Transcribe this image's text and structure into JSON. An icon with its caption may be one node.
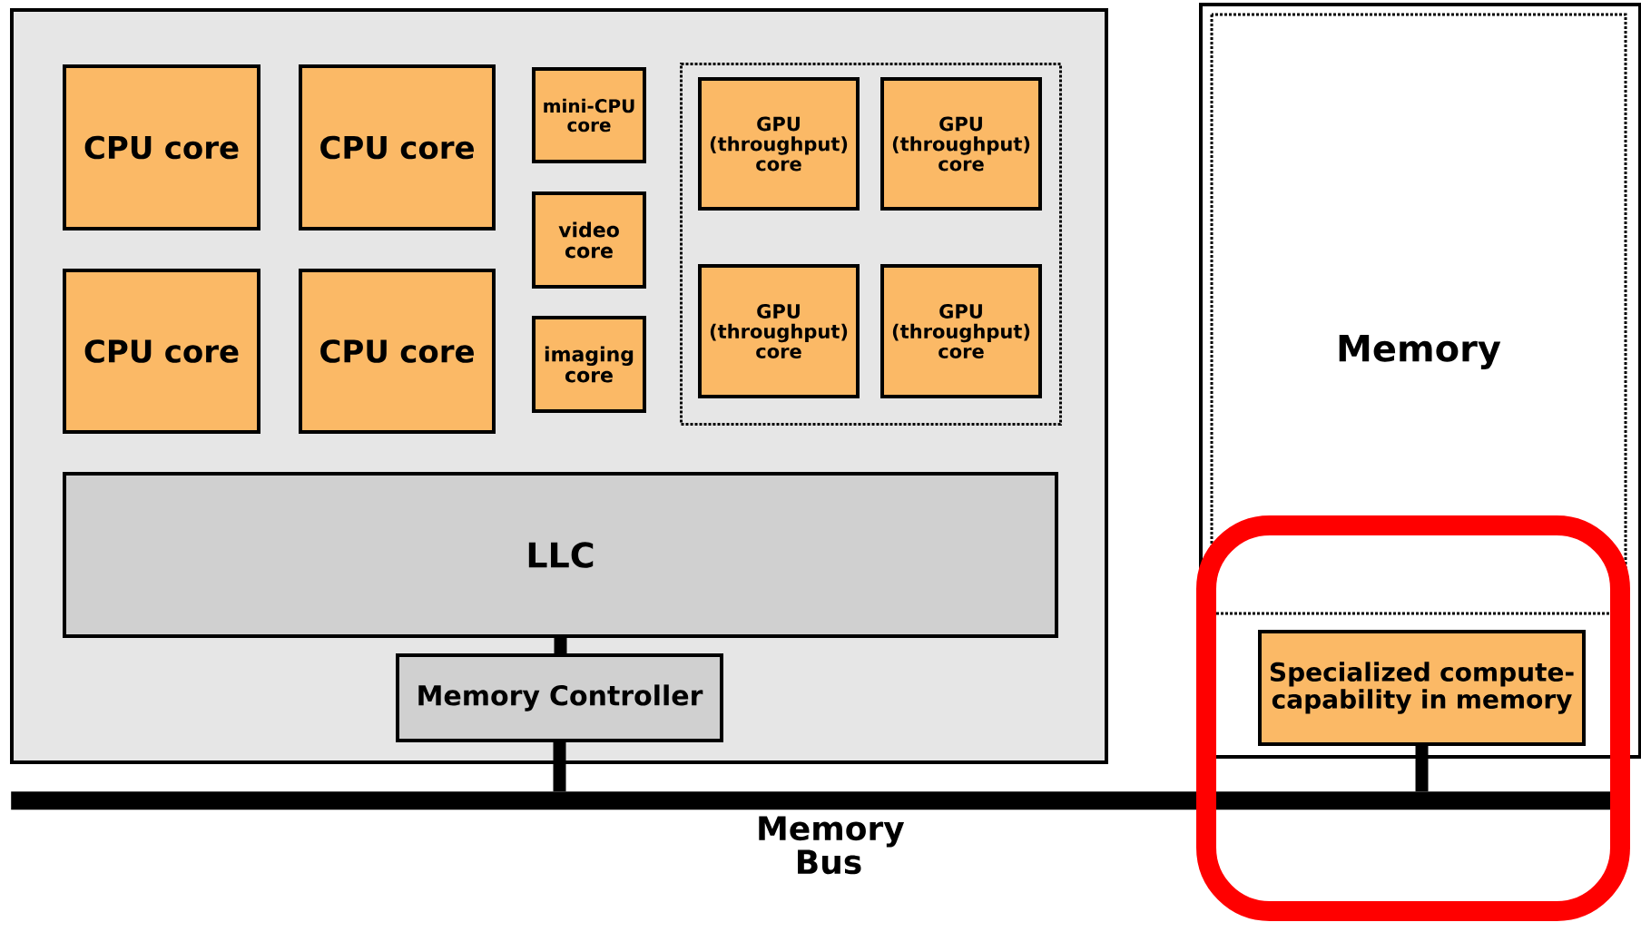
{
  "diagram": {
    "nodes": [
      {
        "text": [],
        "shape": "box"
      },
      {
        "text": [
          "CPU core"
        ],
        "in": 0
      },
      {
        "text": [
          "CPU core"
        ],
        "in": 0
      },
      {
        "text": [
          "CPU core"
        ],
        "in": 0
      },
      {
        "text": [
          "CPU core"
        ],
        "in": 0
      },
      {
        "text": [
          "mini-CPU core"
        ],
        "in": 0
      },
      {
        "text": [
          "video core"
        ],
        "in": 0
      },
      {
        "text": [
          "imaging core"
        ],
        "in": 0
      },
      {
        "text": [],
        "shape": "box",
        "in": 0
      },
      {
        "text": [
          "GPU (throughput) core"
        ],
        "in": 8
      },
      {
        "text": [
          "GPU (throughput) core"
        ],
        "in": 8
      },
      {
        "text": [
          "GPU (throughput) core"
        ],
        "in": 8
      },
      {
        "text": [
          "GPU (throughput) core"
        ],
        "in": 8
      },
      {
        "text": [
          "LLC"
        ],
        "in": 0
      },
      {
        "text": [
          "Memory Controller"
        ],
        "in": 0
      },
      {
        "text": [
          "Memory"
        ]
      },
      {
        "text": [
          "Specialized compute-capability in memory"
        ],
        "in": 15
      },
      {
        "text": [
          "Memory Bus"
        ]
      }
    ],
    "edges": [
      {
        "from": 13,
        "to": 14,
        "arrow": "none"
      },
      {
        "from": 14,
        "to": 17,
        "arrow": "none"
      },
      {
        "from": 16,
        "to": 17,
        "arrow": "none"
      }
    ]
  }
}
